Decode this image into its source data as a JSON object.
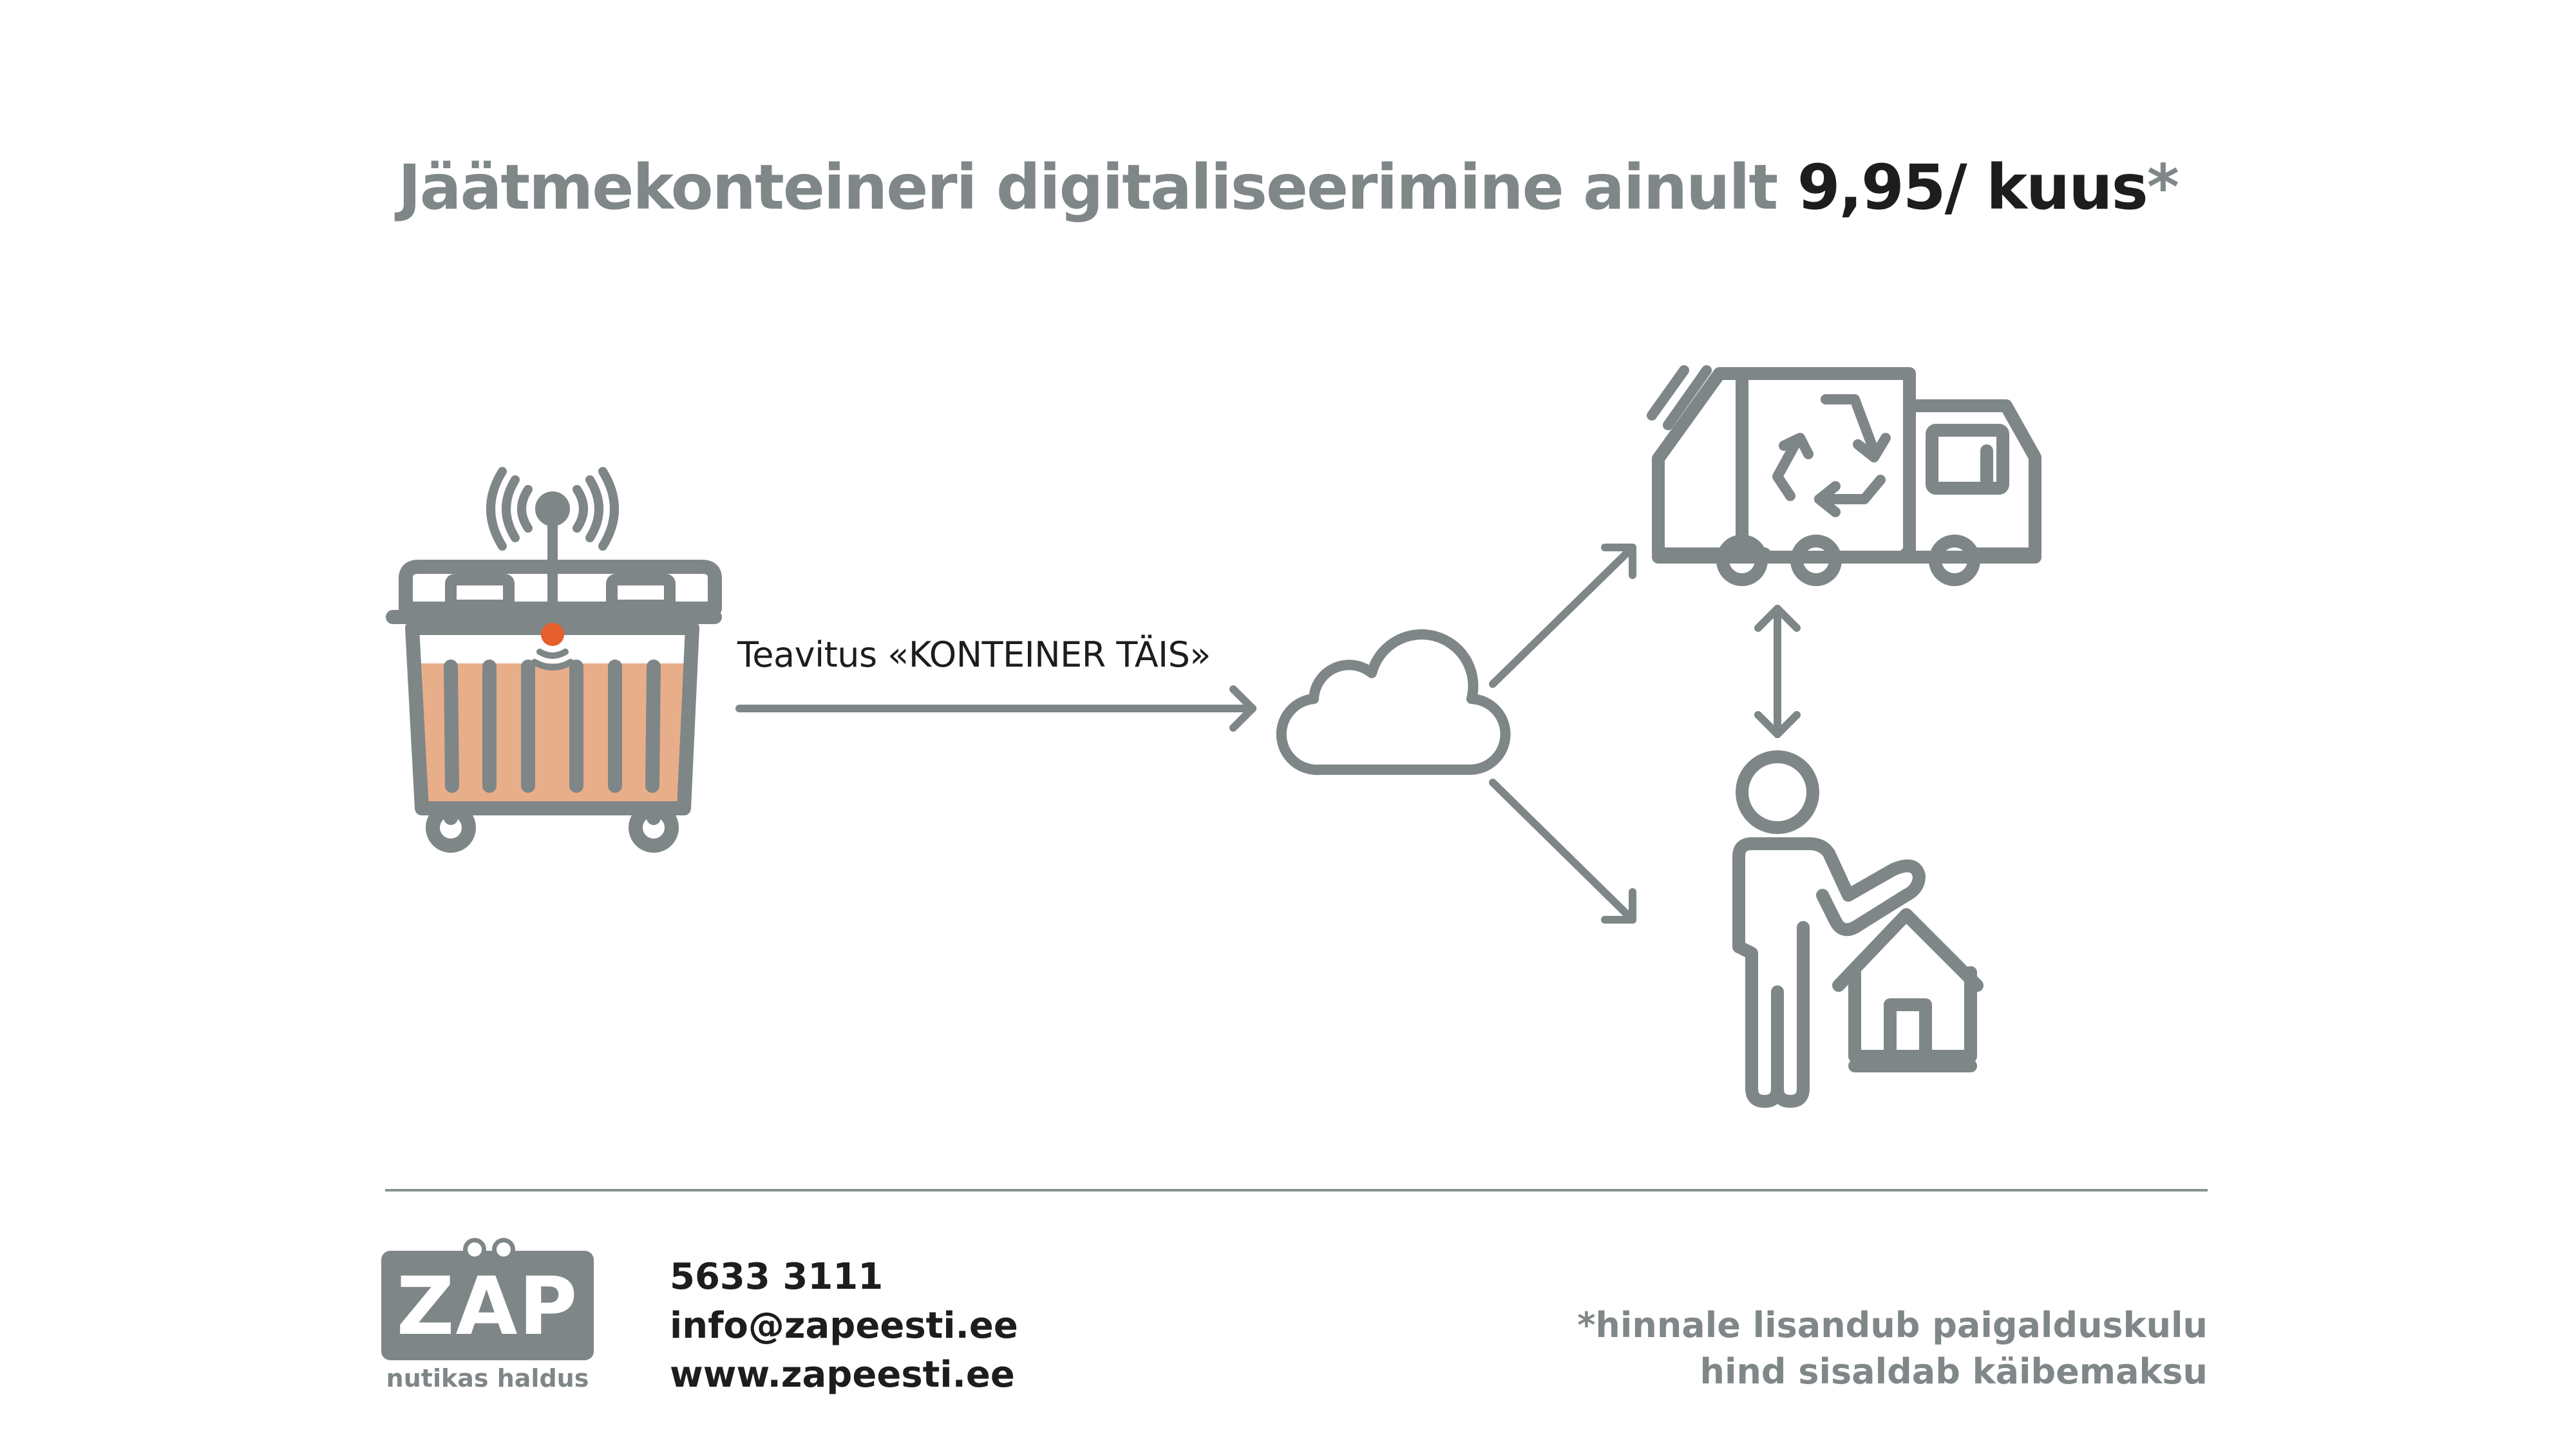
{
  "title": {
    "main": "Jäätmekonteineri digitaliseerimine ainult ",
    "price": "9,95/ kuus",
    "asterisk": "*"
  },
  "diagram": {
    "notification_label": "Teavitus «KONTEINER TÄIS»",
    "nodes": [
      "container-with-sensor",
      "cloud",
      "garbage-truck",
      "person-with-house"
    ],
    "edges": [
      {
        "from": "container-with-sensor",
        "to": "cloud"
      },
      {
        "from": "cloud",
        "to": "garbage-truck"
      },
      {
        "from": "cloud",
        "to": "person-with-house"
      },
      {
        "from": "garbage-truck",
        "to": "person-with-house",
        "bidirectional": true
      }
    ]
  },
  "logo": {
    "word": "ZAP",
    "tagline": "nutikas haldus"
  },
  "contact": {
    "phone": "5633 3111",
    "email": "info@zapeesti.ee",
    "website": "www.zapeesti.ee"
  },
  "footnote": {
    "line1": "*hinnale lisandub paigalduskulu",
    "line2": "hind sisaldab käibemaksu"
  },
  "colors": {
    "icon_gray": "#7f8687",
    "text_dark": "#1d1d1b",
    "fill_orange": "#e8ae8a",
    "sensor_orange": "#e45f2b"
  }
}
